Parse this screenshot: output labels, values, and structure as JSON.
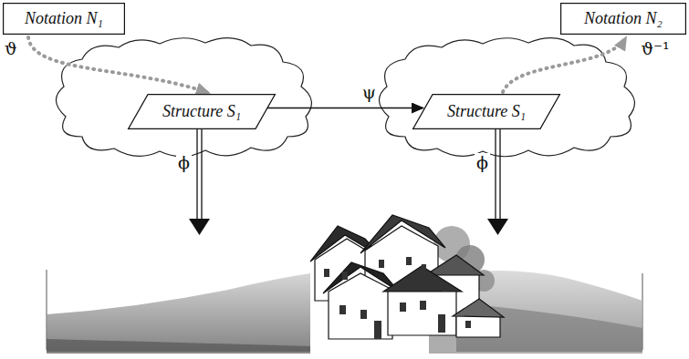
{
  "diagram": {
    "nodes": [
      {
        "text": [
          "Notation N₁"
        ]
      },
      {
        "text": [
          "Notation N₂"
        ]
      },
      {
        "text": [
          "Structure S₁"
        ]
      },
      {
        "text": [
          "Structure S₁"
        ]
      }
    ],
    "edges": [
      {
        "from": 0,
        "to": 2,
        "label": "ϑ",
        "arrow": "to"
      },
      {
        "from": 2,
        "to": 3,
        "label": "ψ",
        "arrow": "to"
      },
      {
        "from": 3,
        "to": 1,
        "label": "ϑ⁻¹",
        "arrow": "to"
      }
    ],
    "labels": [
      "ϕ",
      "ϕ"
    ]
  }
}
